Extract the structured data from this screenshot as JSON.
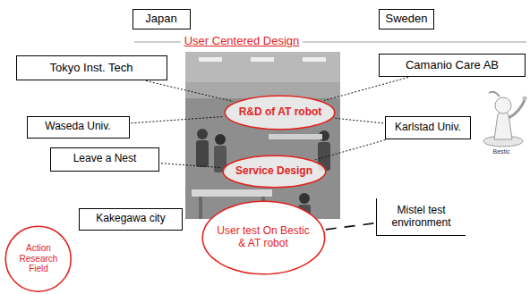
{
  "diagram": {
    "nodes": [
      {
        "text": [
          "Japan"
        ]
      },
      {
        "text": [
          "Sweden"
        ]
      },
      {
        "text": [
          "Tokyo Inst. Tech"
        ]
      },
      {
        "text": [
          "Camanio Care AB"
        ]
      },
      {
        "text": [
          "R&D of AT robot"
        ]
      },
      {
        "text": [
          "Waseda Univ."
        ]
      },
      {
        "text": [
          "Karlstad Univ."
        ]
      },
      {
        "text": [
          "Leave a Nest"
        ]
      },
      {
        "text": [
          "Service Design"
        ]
      },
      {
        "text": [
          "Kakegawa city"
        ]
      },
      {
        "text": [
          "Mistel test environment"
        ]
      },
      {
        "text": [
          "User test On Bestic & AT robot"
        ]
      },
      {
        "text": [
          "Action Research Field"
        ]
      }
    ],
    "edges": [
      {
        "from": 2,
        "to": 4,
        "arrow": "none"
      },
      {
        "from": 5,
        "to": 4,
        "arrow": "none"
      },
      {
        "from": 7,
        "to": 8,
        "arrow": "none"
      },
      {
        "from": 3,
        "to": 4,
        "arrow": "none"
      },
      {
        "from": 6,
        "to": 4,
        "arrow": "none"
      },
      {
        "from": 6,
        "to": 8,
        "arrow": "none"
      },
      {
        "from": 11,
        "to": 10,
        "arrow": "none"
      }
    ],
    "labels": [
      "User Centered Design",
      "Bestic"
    ]
  }
}
